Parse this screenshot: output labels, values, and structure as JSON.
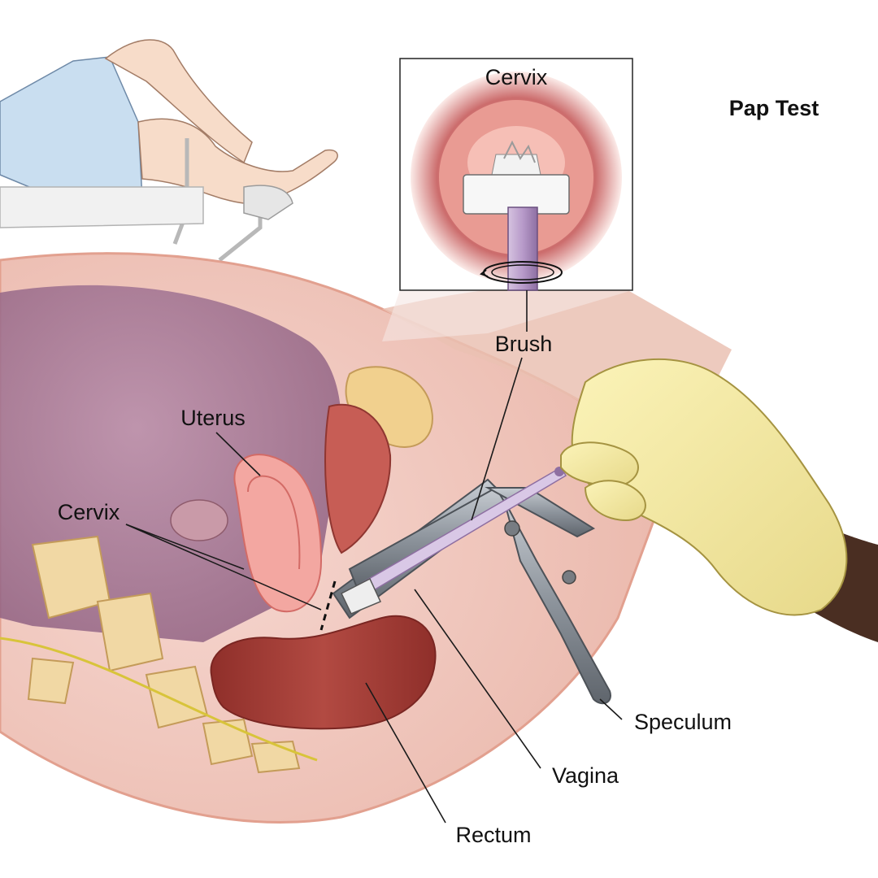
{
  "title": "Pap Test",
  "inset": {
    "label": "Cervix"
  },
  "labels": {
    "uterus": "Uterus",
    "cervix": "Cervix",
    "brush": "Brush",
    "speculum": "Speculum",
    "vagina": "Vagina",
    "rectum": "Rectum"
  }
}
